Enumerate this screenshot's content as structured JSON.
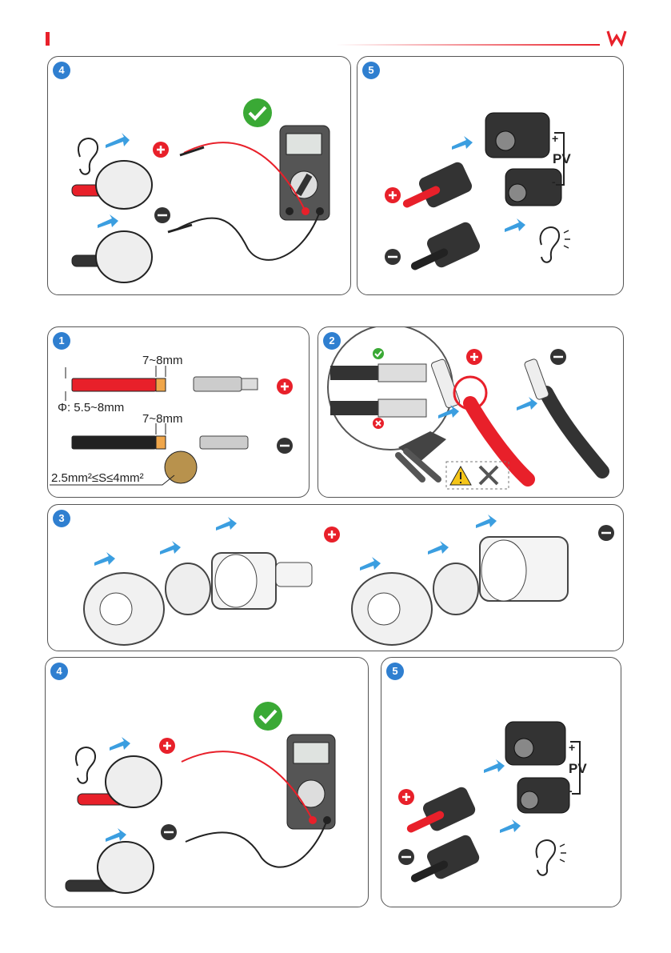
{
  "steps": {
    "s1": "1",
    "s2": "2",
    "s3": "3",
    "s4": "4",
    "s5": "5"
  },
  "labels": {
    "strip_length_red": "7~8mm",
    "diameter": "Φ: 5.5~8mm",
    "strip_length_black": "7~8mm",
    "cross_section": "2.5mm²≤S≤4mm²",
    "pv": "PV",
    "plus": "+",
    "minus": "-"
  },
  "icons": [
    "ear-icon",
    "check-icon",
    "positive-icon",
    "negative-icon",
    "multimeter-icon",
    "warning-icon",
    "tools-icon",
    "crimping-plier-icon",
    "arrow-icon",
    "error-icon"
  ],
  "colors": {
    "brand_red": "#e8202a",
    "step_blue": "#2f7fd0",
    "check_green": "#3aa935",
    "arrow_blue": "#3b9ee0"
  }
}
